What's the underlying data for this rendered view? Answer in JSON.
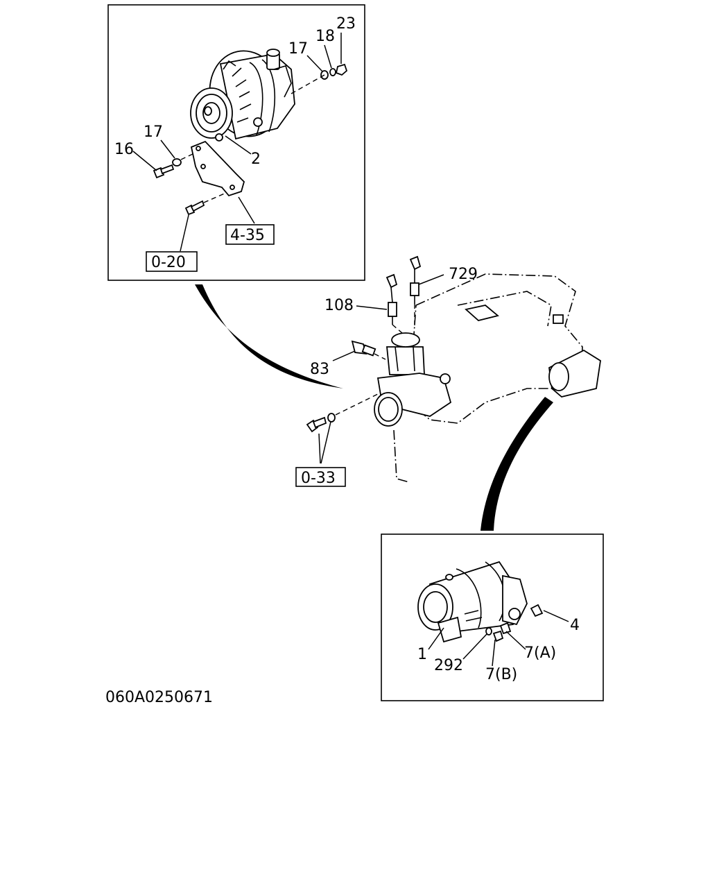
{
  "diagram_code": "060A0250671",
  "callouts": {
    "alt_23": "23",
    "alt_18": "18",
    "alt_17_top": "17",
    "alt_17_left": "17",
    "alt_16": "16",
    "alt_2": "2",
    "ref_4_35": "4-35",
    "ref_0_20": "0-20",
    "sensor_729": "729",
    "sensor_108": "108",
    "sensor_83": "83",
    "ref_0_33": "0-33",
    "starter_4": "4",
    "starter_7a": "7(A)",
    "starter_1": "1",
    "starter_292": "292",
    "starter_7b": "7(B)"
  }
}
